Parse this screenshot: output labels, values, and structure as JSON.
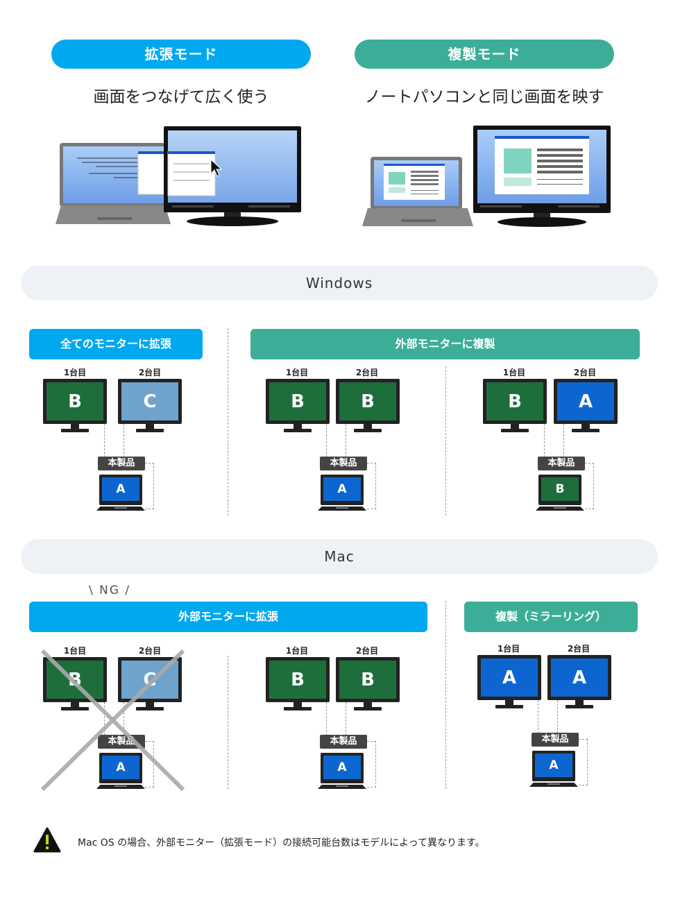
{
  "top": {
    "extend": {
      "label": "拡張モード",
      "subtitle": "画面をつなげて広く使う",
      "color": "#00a8f0"
    },
    "mirror": {
      "label": "複製モード",
      "subtitle": "ノートパソコンと同じ画面を映す",
      "color": "#3cae98"
    }
  },
  "windows": {
    "band": "Windows",
    "extend_header": "全てのモニターに拡張",
    "mirror_header": "外部モニターに複製",
    "scenarios": [
      {
        "first": "1台目",
        "second": "2台目",
        "m1": "B",
        "m2": "C",
        "laptop": "A",
        "product": "本製品"
      },
      {
        "first": "1台目",
        "second": "2台目",
        "m1": "B",
        "m2": "B",
        "laptop": "A",
        "product": "本製品"
      },
      {
        "first": "1台目",
        "second": "2台目",
        "m1": "B",
        "m2": "A",
        "laptop": "B",
        "product": "本製品"
      }
    ]
  },
  "mac": {
    "band": "Mac",
    "ng": "\\ NG /",
    "extend_header": "外部モニターに拡張",
    "mirror_header": "複製（ミラーリング）",
    "scenarios": [
      {
        "first": "1台目",
        "second": "2台目",
        "m1": "B",
        "m2": "C",
        "laptop": "A",
        "product": "本製品"
      },
      {
        "first": "1台目",
        "second": "2台目",
        "m1": "B",
        "m2": "B",
        "laptop": "A",
        "product": "本製品"
      },
      {
        "first": "1台目",
        "second": "2台目",
        "m1": "A",
        "m2": "A",
        "laptop": "A",
        "product": "本製品"
      }
    ]
  },
  "note": "Mac OS の場合、外部モニター（拡張モード）の接続可能台数はモデルによって異なります。",
  "colors": {
    "green": "#1e6e3c",
    "light_blue": "#6fa3cc",
    "blue": "#0d66d0"
  }
}
